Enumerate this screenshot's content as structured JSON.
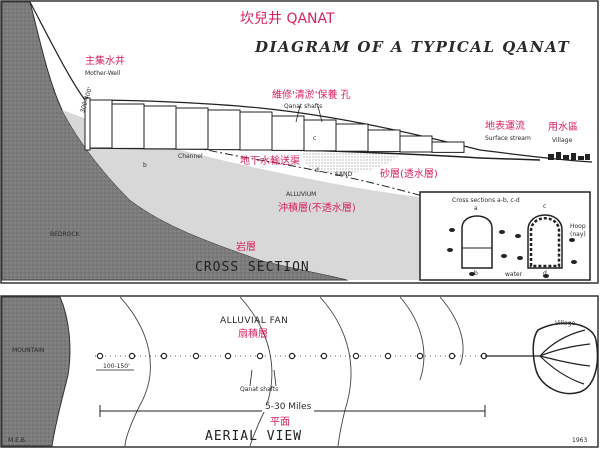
{
  "title_cn": "坎兒井 QANAT",
  "title_en": "DIAGRAM OF A TYPICAL QANAT",
  "labels": {
    "mother_well_cn": "主集水井",
    "mother_well_en": "Mother-Well",
    "shafts_cn": "維修'清淤'保養 孔",
    "shafts_en": "Qanat shafts",
    "surface_cn": "地表運流",
    "surface_en": "Surface stream",
    "village_cn": "用水區",
    "village_en": "Village",
    "depth": "300-400'",
    "channel": "Channel",
    "underground_cn": "地下水輸送渠",
    "sand": "SAND",
    "sand_cn": "砂層(透水層)",
    "alluvium": "ALLUVIUM",
    "alluvium_cn": "沖積層(不透水層)",
    "bedrock": "BEDROCK",
    "bedrock_cn": "岩層",
    "cross_section": "CROSS SECTION",
    "pt_a": "a",
    "pt_b": "b",
    "pt_c": "c",
    "pt_d": "d"
  },
  "inset": {
    "title": "Cross sections a-b, c-d",
    "a": "a",
    "b": "b",
    "c": "c",
    "d": "d",
    "water": "water",
    "hoop": "Hoop",
    "hoop_sub": "(nay)"
  },
  "aerial": {
    "fan_en": "ALLUVIAL FAN",
    "fan_cn": "扇積層",
    "mountain": "MOUNTAIN",
    "spacing": "100-150'",
    "shafts": "Qanat shafts",
    "distance": "5-30 Miles",
    "title": "AERIAL VIEW",
    "title_cn": "平面",
    "village": "Village",
    "initials": "M.E.B.",
    "year": "1963"
  },
  "colors": {
    "ink": "#2a2a2a",
    "red": "#d8235f",
    "rock": "#6f6f6f",
    "alluvium": "#9a9a9a",
    "frame": "#333333"
  }
}
